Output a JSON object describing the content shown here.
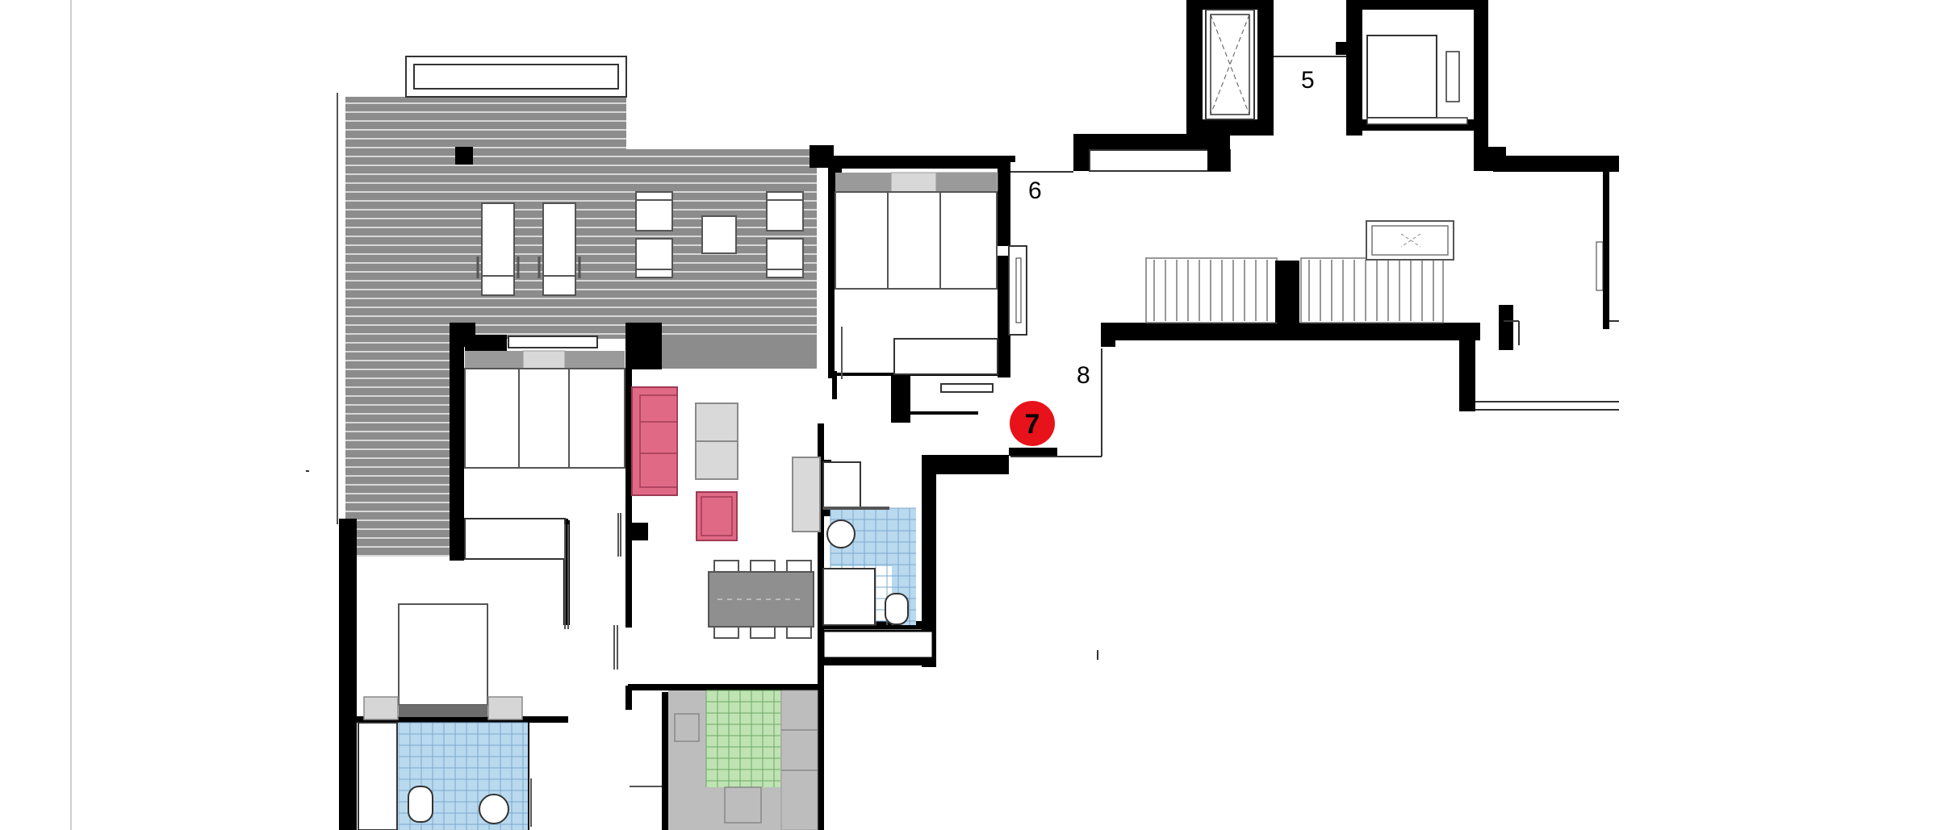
{
  "plan": {
    "labels": {
      "unit_5": "5",
      "unit_6": "6",
      "unit_8": "8",
      "marker_7": "7"
    },
    "colors": {
      "wall": "#000000",
      "terrace_deck": "#8c8c8c",
      "sofa": "#e06a86",
      "bathroom_tile": "#b9d9ef",
      "kitchen_tile": "#bfe3b3",
      "kitchen_floor": "#bdbdbd",
      "marker": "#e8121a"
    },
    "icons": [
      "sun-lounger-icon",
      "sofa-icon",
      "armchair-icon",
      "dining-table-icon",
      "bed-icon",
      "toilet-icon",
      "sink-icon",
      "elevator-icon",
      "staircase-icon",
      "door-icon",
      "window-icon"
    ]
  }
}
